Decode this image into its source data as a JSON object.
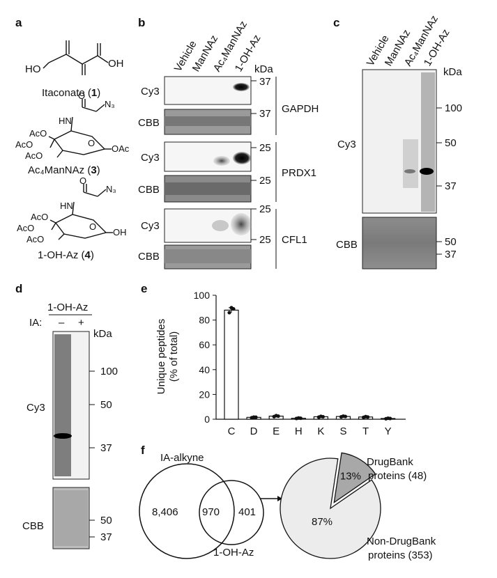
{
  "panels": {
    "a": {
      "label": "a",
      "compound1": {
        "name": "Itaconate",
        "num": "1",
        "ho_left": "HO",
        "oh_right": "OH"
      },
      "compound3": {
        "name": "Ac₄ManNAz",
        "num": "3",
        "ac_labels": [
          "AcO",
          "AcO",
          "AcO",
          "OAc"
        ],
        "hn": "HN",
        "n3": "N₃"
      },
      "compound4": {
        "name": "1-OH-Az",
        "num": "4",
        "ac_labels": [
          "AcO",
          "AcO",
          "AcO"
        ],
        "oh": "OH",
        "hn": "HN",
        "n3": "N₃"
      }
    },
    "b": {
      "label": "b",
      "lanes": [
        "Vehicle",
        "ManNAz",
        "Ac₄ManNAz",
        "1-OH-Az"
      ],
      "kda": "kDa",
      "blots": [
        {
          "protein": "GAPDH",
          "rows": [
            {
              "name": "Cy3",
              "marker": "37"
            },
            {
              "name": "CBB",
              "marker": "37"
            }
          ]
        },
        {
          "protein": "PRDX1",
          "rows": [
            {
              "name": "Cy3",
              "marker": "25"
            },
            {
              "name": "CBB",
              "marker": "25"
            }
          ]
        },
        {
          "protein": "CFL1",
          "rows": [
            {
              "name": "Cy3",
              "marker": "25"
            },
            {
              "name": "CBB",
              "marker": "25"
            }
          ]
        }
      ]
    },
    "c": {
      "label": "c",
      "lanes": [
        "Vehicle",
        "ManNAz",
        "Ac₄ManNAz",
        "1-OH-Az"
      ],
      "kda": "kDa",
      "cy3_label": "Cy3",
      "cbb_label": "CBB",
      "cy3_markers": [
        "100",
        "50",
        "37"
      ],
      "cbb_markers": [
        "50",
        "37"
      ]
    },
    "d": {
      "label": "d",
      "probe": "1-OH-Az",
      "ia_label": "IA:",
      "ia_states": [
        "–",
        "+"
      ],
      "kda": "kDa",
      "cy3_label": "Cy3",
      "cbb_label": "CBB",
      "cy3_markers": [
        "100",
        "50",
        "37"
      ],
      "cbb_markers": [
        "50",
        "37"
      ]
    },
    "e": {
      "label": "e"
    },
    "f": {
      "label": "f",
      "venn": {
        "left_label": "IA-alkyne",
        "right_label": "1-OH-Az",
        "left_only": "8,406",
        "overlap": "970",
        "right_only": "401"
      },
      "pie": {
        "slices": [
          {
            "label": "DrugBank proteins (48)",
            "line1": "DrugBank",
            "line2": "proteins (48)",
            "pct_text": "13%",
            "fraction": 0.13,
            "color": "#a8a8a8"
          },
          {
            "label": "Non-DrugBank proteins (353)",
            "line1": "Non-DrugBank",
            "line2": "proteins (353)",
            "pct_text": "87%",
            "fraction": 0.87,
            "color": "#ececec"
          }
        ]
      }
    }
  },
  "chart_data": {
    "type": "bar",
    "categories": [
      "C",
      "D",
      "E",
      "H",
      "K",
      "S",
      "T",
      "Y"
    ],
    "values": [
      88,
      1.5,
      2.5,
      0.8,
      2.0,
      2.2,
      1.8,
      0.6
    ],
    "errors": [
      2.0,
      0.4,
      0.5,
      0.3,
      0.4,
      0.4,
      0.4,
      0.2
    ],
    "points": [
      [
        86,
        90,
        89
      ],
      [
        1.2,
        1.7,
        1.6
      ],
      [
        2.1,
        2.9,
        2.5
      ],
      [
        0.6,
        1.0,
        0.8
      ],
      [
        1.7,
        2.3,
        2.0
      ],
      [
        1.9,
        2.5,
        2.2
      ],
      [
        1.5,
        2.1,
        1.8
      ],
      [
        0.4,
        0.8,
        0.6
      ]
    ],
    "ylabel_line1": "Unique peptides",
    "ylabel_line2": "(% of total)",
    "xlabel": "",
    "ylim": [
      0,
      100
    ],
    "yticks": [
      0,
      20,
      40,
      60,
      80,
      100
    ],
    "grid": false
  }
}
